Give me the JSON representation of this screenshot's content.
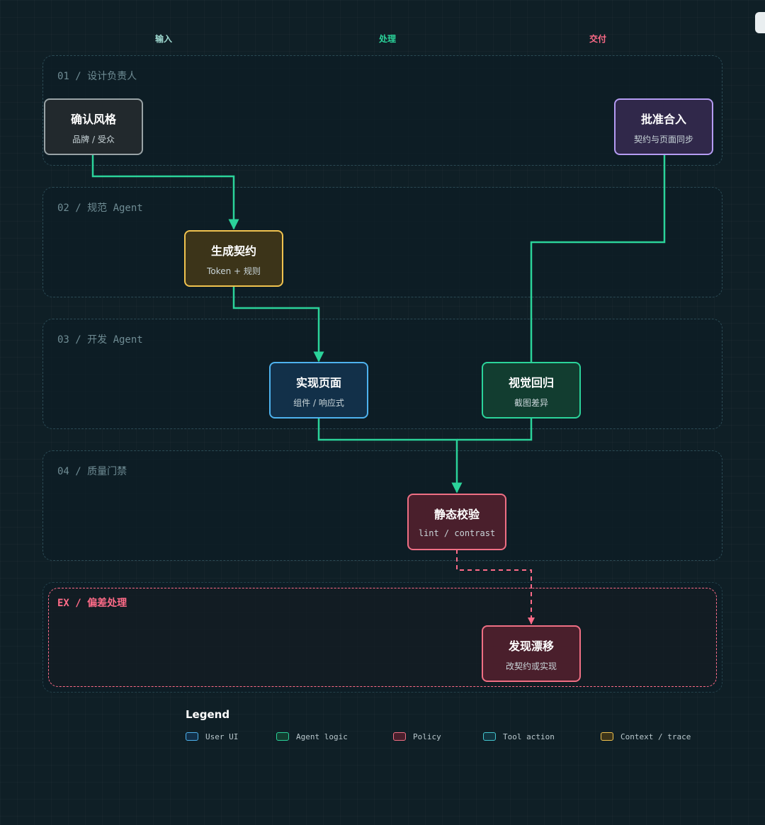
{
  "columns": [
    {
      "label": "输入",
      "color": "#9fd9d0"
    },
    {
      "label": "处理",
      "color": "#2bd39a"
    },
    {
      "label": "交付",
      "color": "#ff6b88"
    }
  ],
  "lanes": [
    {
      "label": "01 / 设计负责人"
    },
    {
      "label": "02 / 规范 Agent"
    },
    {
      "label": "03 / 开发 Agent"
    },
    {
      "label": "04 / 质量门禁"
    },
    {
      "label": "EX / 偏差处理"
    }
  ],
  "nodes": {
    "confirm_style": {
      "title": "确认风格",
      "subtitle": "品牌 / 受众"
    },
    "approve_merge": {
      "title": "批准合入",
      "subtitle": "契约与页面同步"
    },
    "generate_contract": {
      "title": "生成契约",
      "subtitle": "Token + 规则"
    },
    "implement_page": {
      "title": "实现页面",
      "subtitle": "组件 / 响应式"
    },
    "visual_regression": {
      "title": "视觉回归",
      "subtitle": "截图差异"
    },
    "static_check": {
      "title": "静态校验",
      "subtitle": "lint / contrast"
    },
    "drift_found": {
      "title": "发现漂移",
      "subtitle": "改契约或实现"
    }
  },
  "colors": {
    "flow": "#2bd39a",
    "exception": "#ff6b88"
  },
  "legend": {
    "title": "Legend",
    "items": [
      {
        "label": "User UI",
        "color": "#4eb2ee",
        "fill": "#123049"
      },
      {
        "label": "Agent logic",
        "color": "#2bd39a",
        "fill": "#123d30"
      },
      {
        "label": "Policy",
        "color": "#ef6f84",
        "fill": "#4a1f2c"
      },
      {
        "label": "Tool action",
        "color": "#45c6d0",
        "fill": "#113540"
      },
      {
        "label": "Context / trace",
        "color": "#f1c34f",
        "fill": "#3c3419"
      }
    ]
  }
}
